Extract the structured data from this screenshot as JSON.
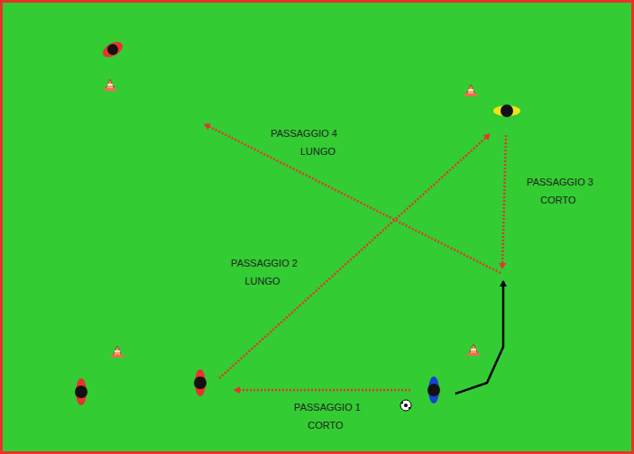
{
  "diagram": {
    "labels": [
      "PASSAGGIO 4 LUNGO",
      "PASSAGGIO 3 CORTO",
      "PASSAGGIO 2 LUNGO",
      "PASSAGGIO 1 CORTO"
    ]
  }
}
